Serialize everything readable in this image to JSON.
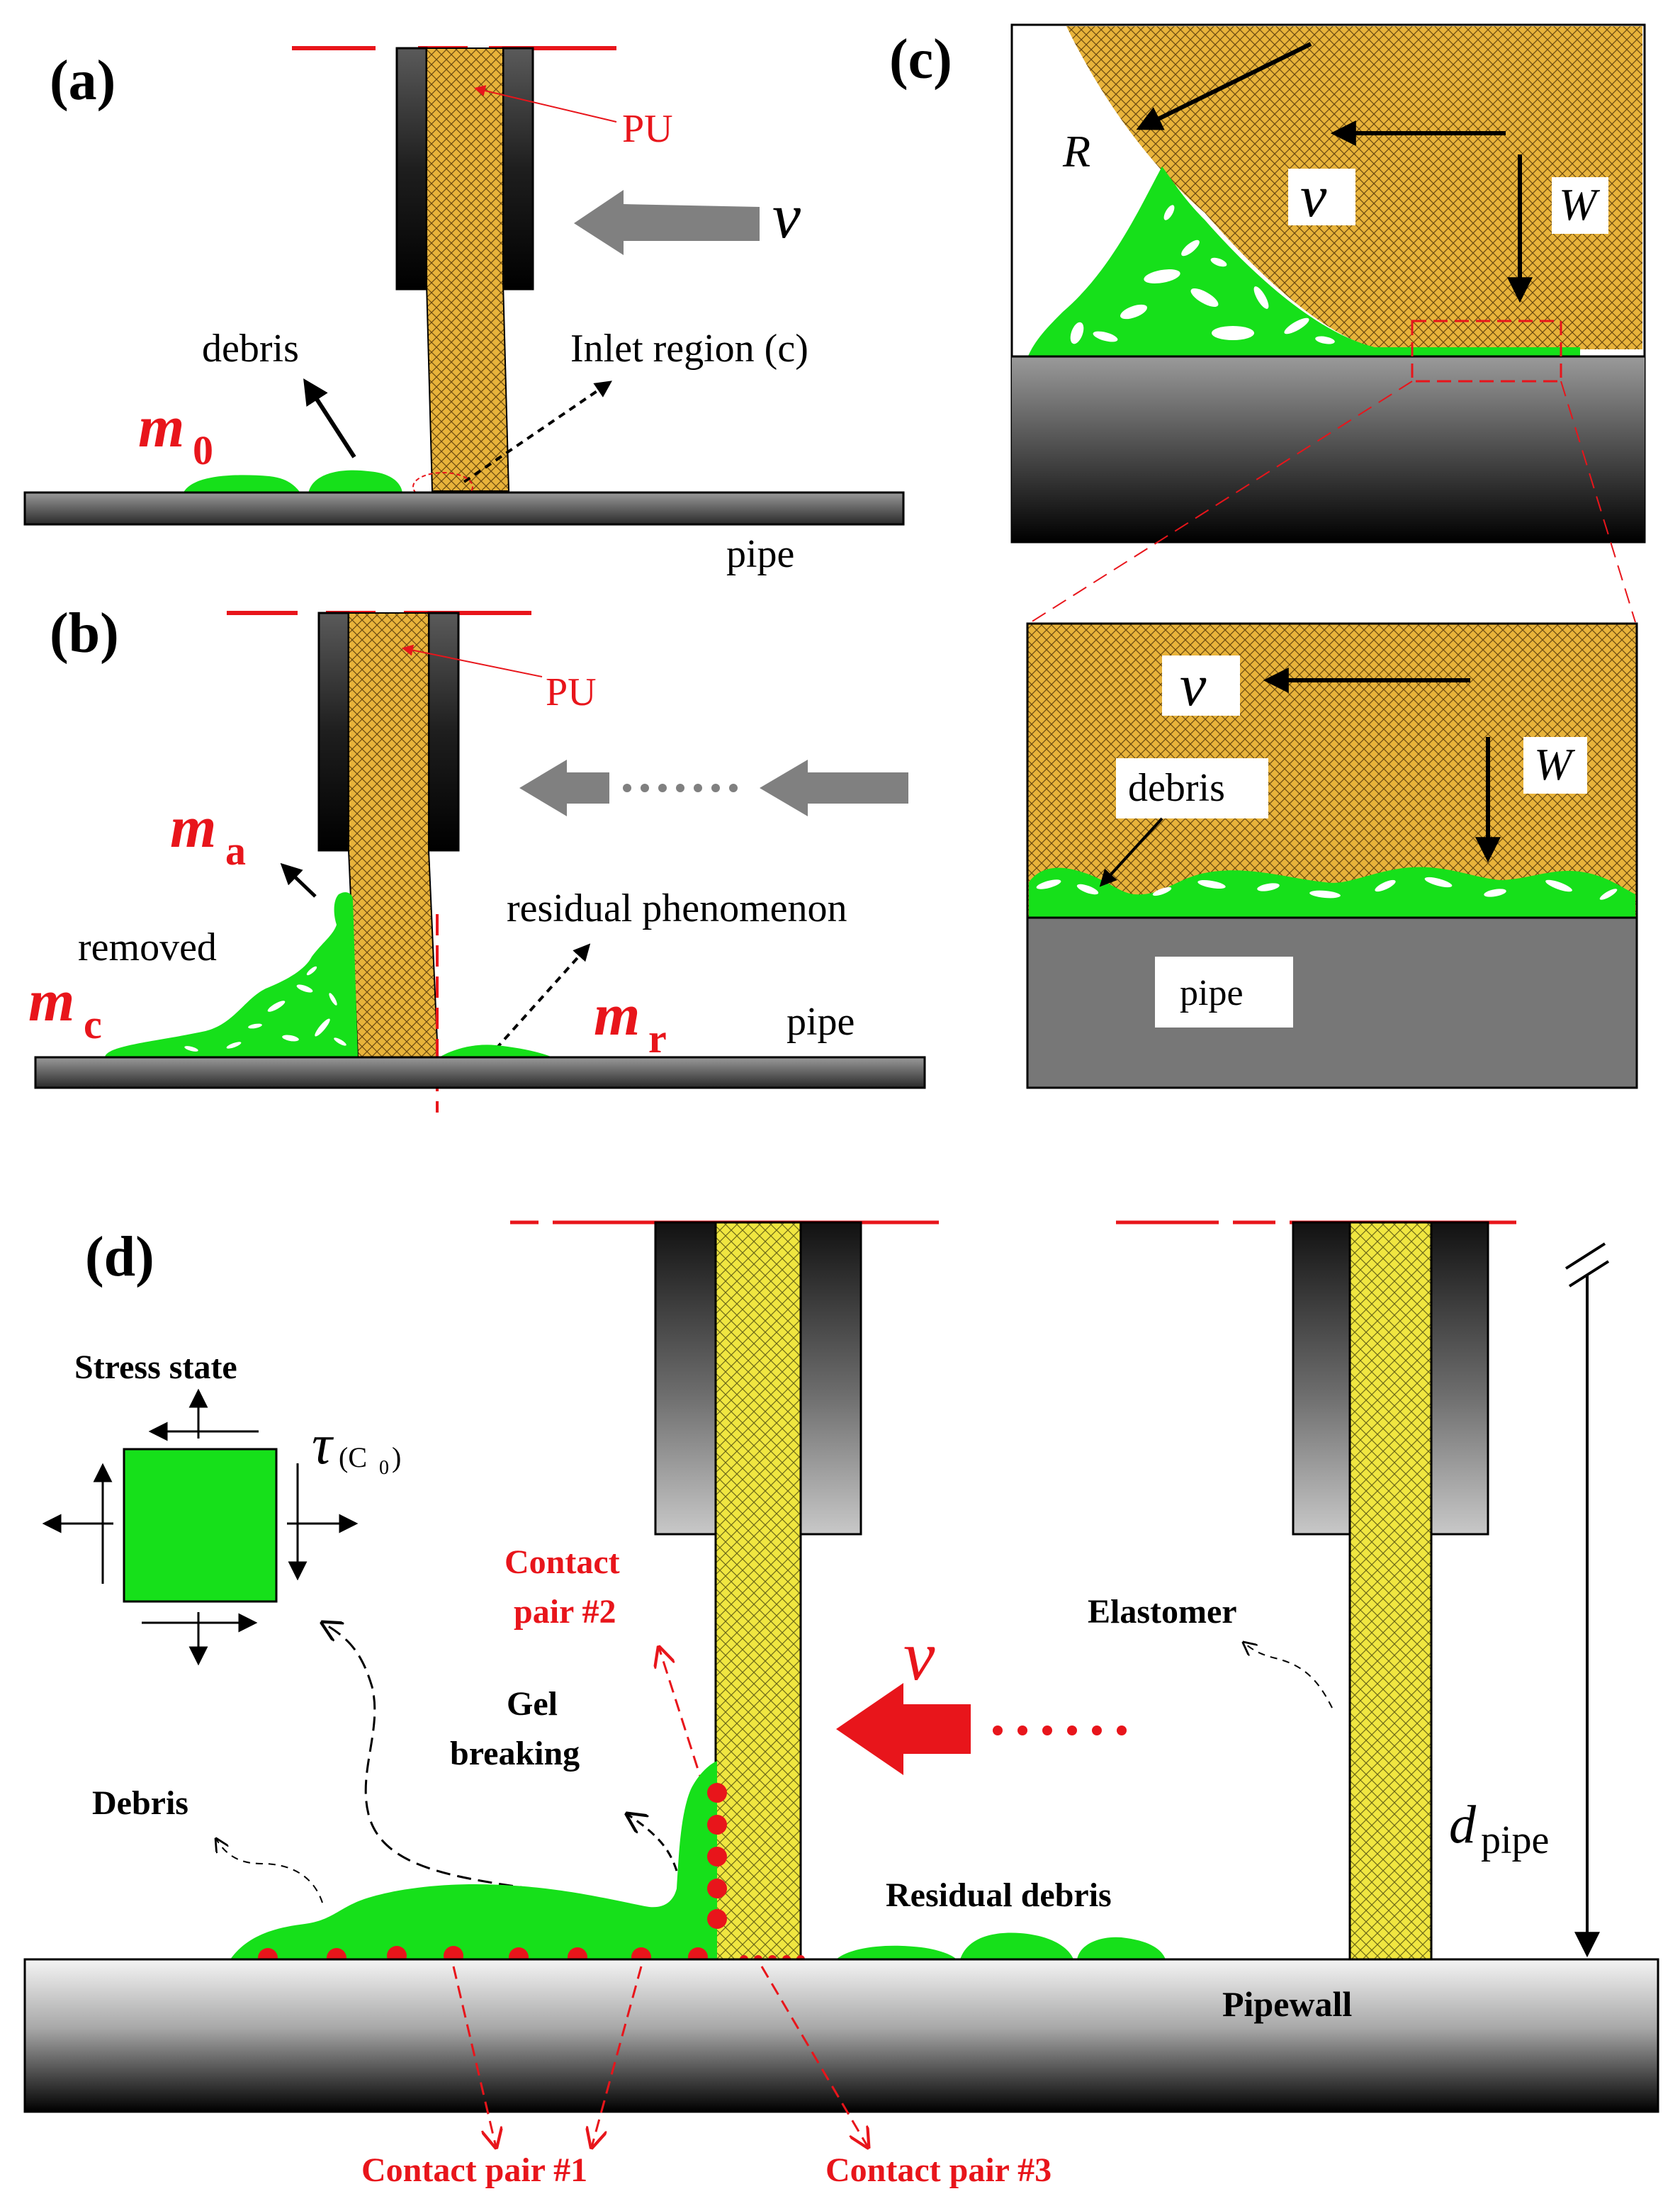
{
  "colors": {
    "red": "#e8151b",
    "gel_green": "#16e01a",
    "pu_orange": "#e8b33a",
    "elastomer_yellow": "#f0e640",
    "arrow_gray": "#808080",
    "pipe_gray": "#777777"
  },
  "panel_a": {
    "tag": "(a)",
    "pu": "PU",
    "velocity": "v",
    "debris": "debris",
    "inlet": "Inlet region  (c)",
    "mass_sym": "m",
    "mass_sub": "0",
    "pipe": "pipe"
  },
  "panel_b": {
    "tag": "(b)",
    "pu": "PU",
    "ma_sym": "m",
    "ma_sub": "a",
    "removed": "removed",
    "mc_sym": "m",
    "mc_sub": "c",
    "residual": "residual phenomenon",
    "mr_sym": "m",
    "mr_sub": "r",
    "pipe": "pipe"
  },
  "panel_c": {
    "tag": "(c)",
    "R": "R",
    "v": "v",
    "W": "W",
    "zoom_v": "v",
    "zoom_W": "W",
    "zoom_debris": "debris",
    "zoom_pipe": "pipe"
  },
  "panel_d": {
    "tag": "(d)",
    "stress_state": "Stress state",
    "tau": "τ",
    "tau_sub": "(C",
    "tau_sub0": "0",
    "tau_close": ")",
    "contact2_l1": "Contact",
    "contact2_l2": "pair #2",
    "gel_l1": "Gel",
    "gel_l2": "breaking",
    "debris": "Debris",
    "v": "v",
    "elastomer": "Elastomer",
    "residual": "Residual debris",
    "d_sym": "d",
    "d_sub": "pipe",
    "pipewall": "Pipewall",
    "contact1": "Contact pair #1",
    "contact3": "Contact pair #3"
  }
}
